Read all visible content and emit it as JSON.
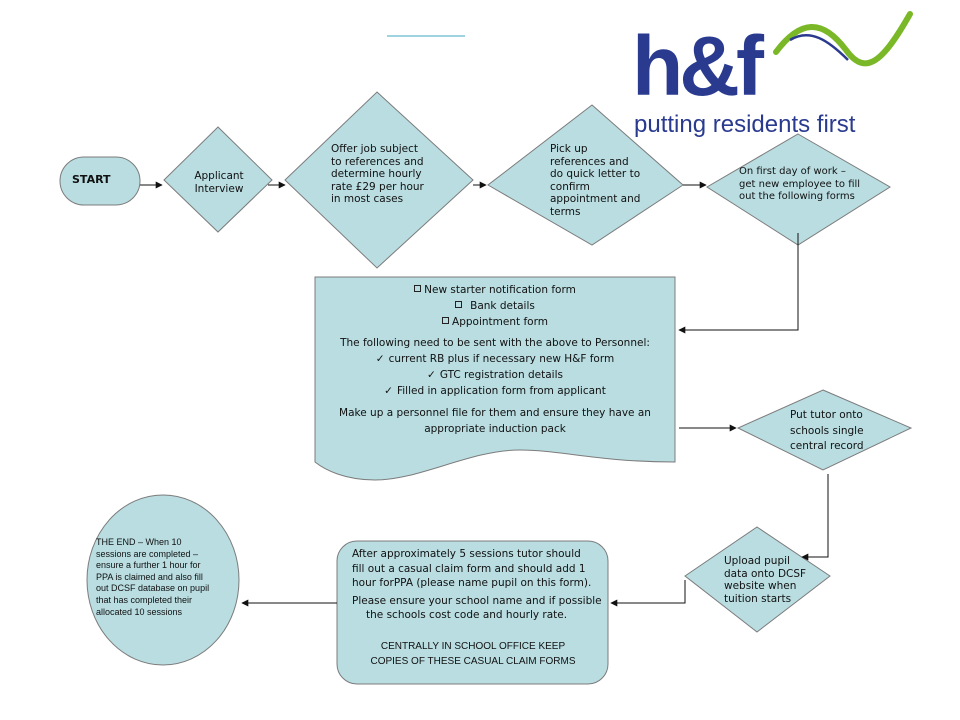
{
  "logo": {
    "wordmark": "h&f",
    "tagline": "putting residents first",
    "colors": {
      "navy": "#2a3b8f",
      "green": "#7ab828"
    }
  },
  "colors": {
    "shape_fill": "#b9dde1",
    "shape_stroke": "#7c7c7c",
    "arrow": "#111111"
  },
  "nodes": {
    "start": {
      "label": "START"
    },
    "interview": {
      "lines": [
        "Applicant",
        "Interview"
      ]
    },
    "offer": {
      "lines": [
        "Offer job subject",
        "to references and",
        "determine hourly",
        "rate £29 per hour",
        "in most cases"
      ]
    },
    "references": {
      "lines": [
        "Pick up",
        "references and",
        "do quick letter to",
        "confirm",
        "appointment and",
        "terms"
      ]
    },
    "first_day": {
      "lines": [
        "On first day of work –",
        "get new employee to fill",
        "out the following forms"
      ]
    },
    "forms": {
      "items": [
        "New starter notification form",
        "Bank details",
        "Appointment form"
      ],
      "send_intro": "The following need to be sent with the above to Personnel:",
      "checklist": [
        "current RB  plus if  necessary  new H&F form",
        "GTC registration details",
        "Filled in application form from applicant"
      ],
      "file_lines": [
        "Make up a personnel file for them and ensure they have an",
        "appropriate induction pack"
      ]
    },
    "central_record": {
      "lines": [
        "Put tutor onto",
        "schools single",
        "central record"
      ]
    },
    "upload": {
      "lines": [
        "Upload pupil",
        "data onto DCSF",
        "website when",
        "tuition starts"
      ]
    },
    "casual_claim": {
      "lines": [
        "After approximately 5 sessions tutor should",
        "fill out a casual claim form and should add 1",
        "hour forPPA  (please name pupil on this form)."
      ],
      "school_lines": [
        "Please ensure your school name and if possible",
        "the schools cost code and hourly rate."
      ],
      "office_lines": [
        "CENTRALLY IN SCHOOL OFFICE KEEP",
        "COPIES OF THESE CASUAL CLAIM FORMS"
      ]
    },
    "end": {
      "lines": [
        "THE END – When 10",
        "sessions are completed –",
        "ensure a further 1 hour for",
        "PPA is claimed and also fill",
        "out DCSF database on pupil",
        "that has completed their",
        "allocated 10 sessions"
      ]
    }
  }
}
